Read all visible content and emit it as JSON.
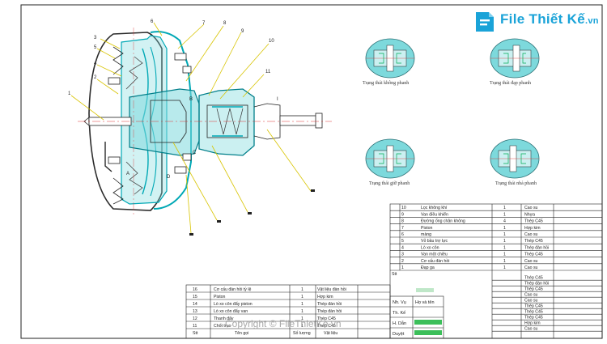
{
  "logo": {
    "name": "File Thiết Kế",
    "domain": ".vn"
  },
  "callouts": [
    "1",
    "2",
    "3",
    "4",
    "5",
    "6",
    "7",
    "8",
    "9",
    "10",
    "11",
    "I",
    "A",
    "B",
    "C",
    "D"
  ],
  "states": [
    {
      "caption": "Trạng thái không phanh"
    },
    {
      "caption": "Trạng thái đạp phanh"
    },
    {
      "caption": "Trạng thái giữ phanh"
    },
    {
      "caption": "Trạng thái nhả phanh"
    }
  ],
  "parts_right": [
    {
      "no": "10",
      "name": "Lọc không khí",
      "qty": "1",
      "mat": "Cao su"
    },
    {
      "no": "9",
      "name": "Van điều khiển",
      "qty": "1",
      "mat": "Nhựa"
    },
    {
      "no": "8",
      "name": "Đường ống chân không",
      "qty": "4",
      "mat": "Thép C45"
    },
    {
      "no": "7",
      "name": "Piston",
      "qty": "1",
      "mat": "Hợp kim"
    },
    {
      "no": "6",
      "name": "màng",
      "qty": "1",
      "mat": "Cao su"
    },
    {
      "no": "5",
      "name": "Vỏ bầu trợ lực",
      "qty": "1",
      "mat": "Thép C45"
    },
    {
      "no": "4",
      "name": "Lò xo côn",
      "qty": "1",
      "mat": "Thép đàn hồi"
    },
    {
      "no": "3",
      "name": "Van một chiều",
      "qty": "1",
      "mat": "Thép C45"
    },
    {
      "no": "2",
      "name": "Cơ cấu đàn hồi",
      "qty": "1",
      "mat": "Cao su"
    },
    {
      "no": "1",
      "name": "Đạp ga",
      "qty": "1",
      "mat": "Cao su"
    }
  ],
  "parts_right_extra": [
    "Thép C45",
    "Thép đàn hồi",
    "Thép C45",
    "Cao su",
    "Cao su",
    "Thép C45",
    "Thép C45",
    "Thép C45",
    "Hợp kim",
    "Cao su",
    "Thép C45",
    "Cao su"
  ],
  "parts_left": [
    {
      "no": "16",
      "name": "Cơ cấu đàn hồi tỷ lệ",
      "qty": "1",
      "mat": "Vật liệu đàn hồi"
    },
    {
      "no": "15",
      "name": "Piston",
      "qty": "1",
      "mat": "Hợp kim"
    },
    {
      "no": "14",
      "name": "Lò xo côn đẩy piston",
      "qty": "1",
      "mat": "Thép đàn hồi"
    },
    {
      "no": "13",
      "name": "Lò xo côn đẩy van",
      "qty": "1",
      "mat": "Thép đàn hồi"
    },
    {
      "no": "12",
      "name": "Thanh đẩy",
      "qty": "1",
      "mat": "Thép C45"
    },
    {
      "no": "11",
      "name": "Chốt trục",
      "qty": "1",
      "mat": "Thép C45"
    }
  ],
  "parts_header": {
    "no": "Stt",
    "name": "Tên gọi",
    "qty": "Số lượng",
    "mat": "Vật liệu"
  },
  "sign_rows": [
    "Nh. Vụ",
    "Th. Kế",
    "H. Dẫn",
    "Duyệt"
  ],
  "sign_names": [
    "Họ và tên"
  ],
  "watermark": "Copyright © FileThietKe.vn"
}
